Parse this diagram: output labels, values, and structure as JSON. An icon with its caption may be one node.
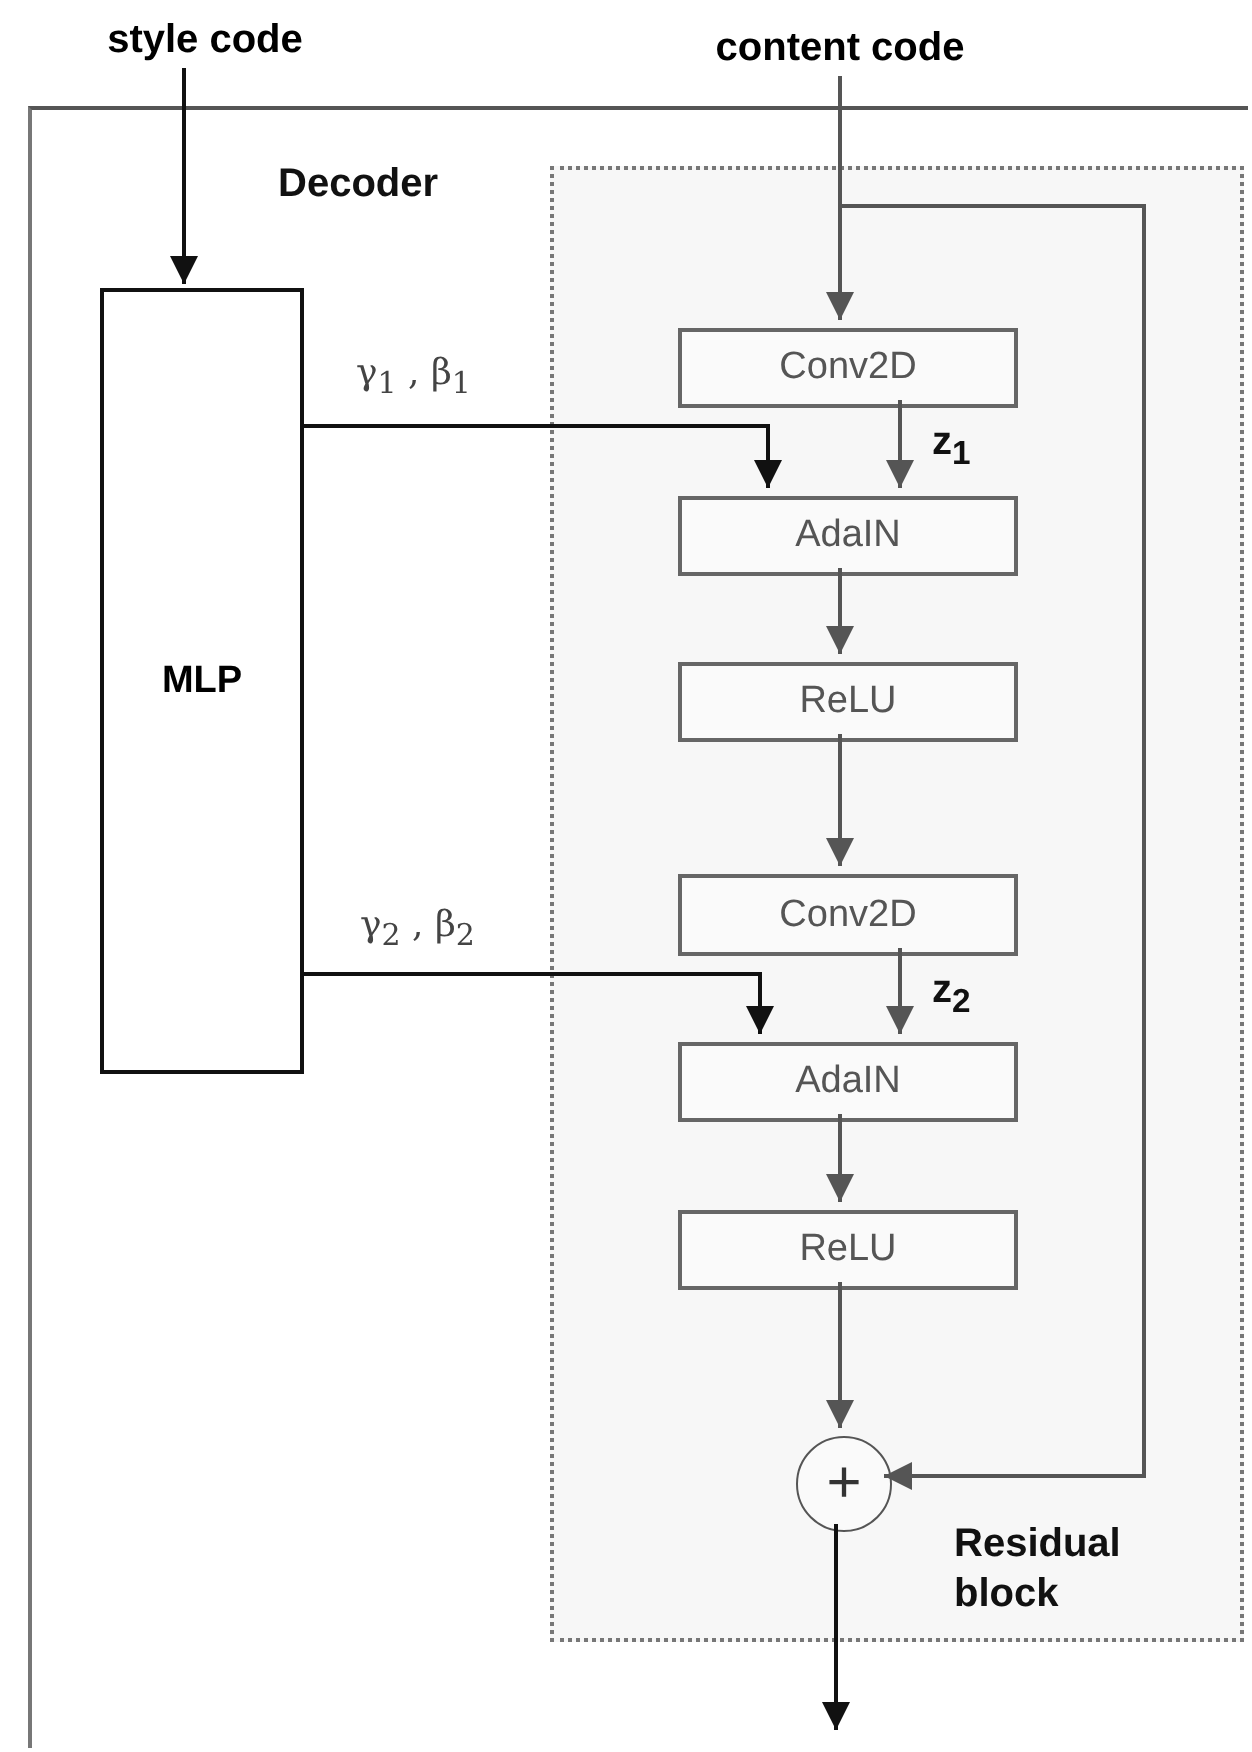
{
  "diagram": {
    "nodes": [
      {
        "text": [
          "style code"
        ]
      },
      {
        "text": [
          "content code"
        ]
      },
      {
        "text": [
          "Decoder"
        ]
      },
      {
        "text": [
          "MLP"
        ],
        "in": 2
      },
      {
        "text": [
          "Residual block"
        ],
        "in": 2
      },
      {
        "text": [
          "Conv2D"
        ],
        "in": 4
      },
      {
        "text": [
          "AdaIN"
        ],
        "in": 4
      },
      {
        "text": [
          "ReLU"
        ],
        "in": 4
      },
      {
        "text": [
          "Conv2D"
        ],
        "in": 4
      },
      {
        "text": [
          "AdaIN"
        ],
        "in": 4
      },
      {
        "text": [
          "ReLU"
        ],
        "in": 4
      },
      {
        "text": [
          "+"
        ],
        "in": 4
      }
    ],
    "edges": [
      {
        "from": 0,
        "to": 3,
        "arrow": "to",
        "color": "#111111"
      },
      {
        "from": 1,
        "to": 5,
        "arrow": "to"
      },
      {
        "from": 1,
        "to": 11,
        "arrow": "to"
      },
      {
        "from": 3,
        "to": 6,
        "arrow": "to",
        "label": "γ$_{1}$ , β$_{1}$",
        "color": "#111111"
      },
      {
        "from": 5,
        "to": 6,
        "arrow": "to",
        "label": "z$_{1}$"
      },
      {
        "from": 6,
        "to": 7,
        "arrow": "to"
      },
      {
        "from": 7,
        "to": 8,
        "arrow": "to"
      },
      {
        "from": 3,
        "to": 9,
        "arrow": "to",
        "label": "γ$_{2}$ , β$_{2}$",
        "color": "#111111"
      },
      {
        "from": 8,
        "to": 9,
        "arrow": "to",
        "label": "z$_{2}$"
      },
      {
        "from": 9,
        "to": 10,
        "arrow": "to"
      },
      {
        "from": 10,
        "to": 11,
        "arrow": "to"
      },
      {
        "from": 11,
        "to": null,
        "arrow": "to",
        "color": "#111111"
      }
    ]
  }
}
